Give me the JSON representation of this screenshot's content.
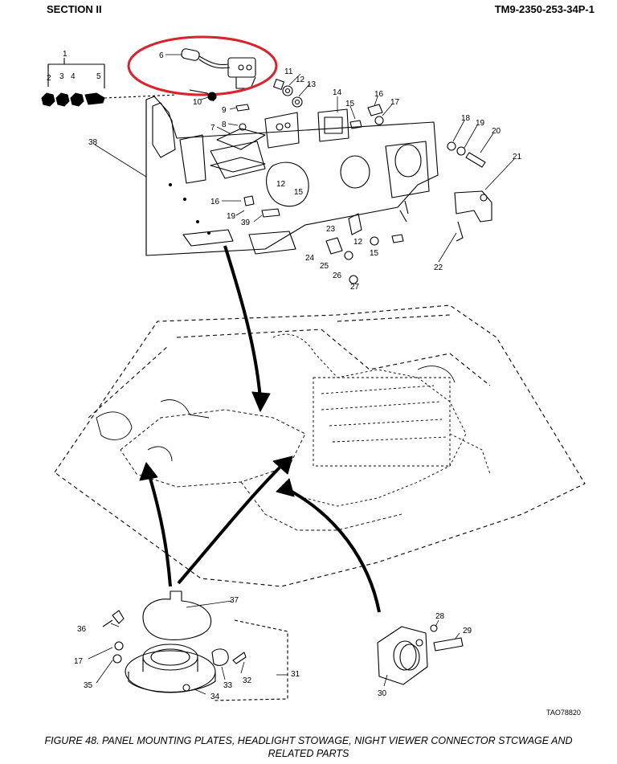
{
  "header": {
    "section": "SECTION II",
    "manual_number": "TM9-2350-253-34P-1"
  },
  "caption": {
    "line1": "FIGURE 48.  PANEL MOUNTING PLATES, HEADLIGHT STOWAGE, NIGHT VIEWER CONNECTOR STCWAGE AND",
    "line2": "RELATED PARTS"
  },
  "drawing_code": "TAO78820",
  "highlight_color": "#d9232d",
  "callouts": {
    "c1": "1",
    "c2": "2",
    "c3": "3",
    "c4": "4",
    "c5": "5",
    "c6": "6",
    "c7": "7",
    "c8": "8",
    "c9": "9",
    "c10": "10",
    "c11": "11",
    "c12a": "12",
    "c13": "13",
    "c14": "14",
    "c15a": "15",
    "c16a": "16",
    "c17a": "17",
    "c18": "18",
    "c19a": "19",
    "c20": "20",
    "c21": "21",
    "c22": "22",
    "c38": "38",
    "c12b": "12",
    "c15b": "15",
    "c16b": "16",
    "c19b": "19",
    "c39": "39",
    "c23": "23",
    "c12c": "12",
    "c24": "24",
    "c25": "25",
    "c15c": "15",
    "c26": "26",
    "c27": "27",
    "c36": "36",
    "c37": "37",
    "c17b": "17",
    "c35": "35",
    "c31": "31",
    "c32": "32",
    "c33": "33",
    "c34": "34",
    "c28": "28",
    "c29": "29",
    "c30": "30"
  }
}
